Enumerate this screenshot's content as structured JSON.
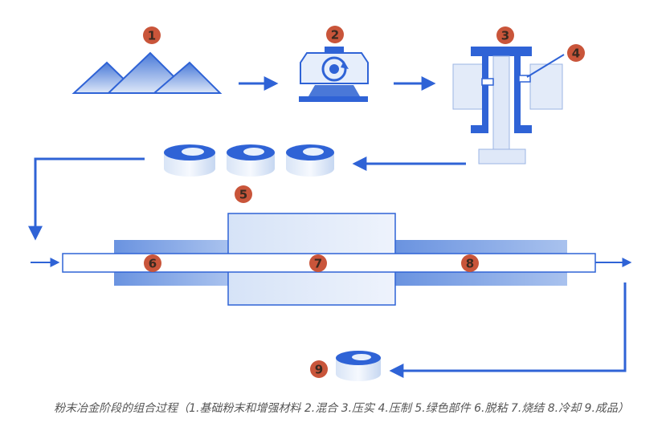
{
  "badges": [
    "1",
    "2",
    "3",
    "4",
    "5",
    "6",
    "7",
    "8",
    "9"
  ],
  "caption": "粉末冶金阶段的组合过程（1.基础粉末和增强材料 2.混合 3.压实 4.压制 5.绿色部件 6.脱粘 7.烧结 8.冷却 9.成品）",
  "colors": {
    "blue": "#2f63d6",
    "light_blue": "#c7d7f3",
    "badge": "#c9553a"
  }
}
